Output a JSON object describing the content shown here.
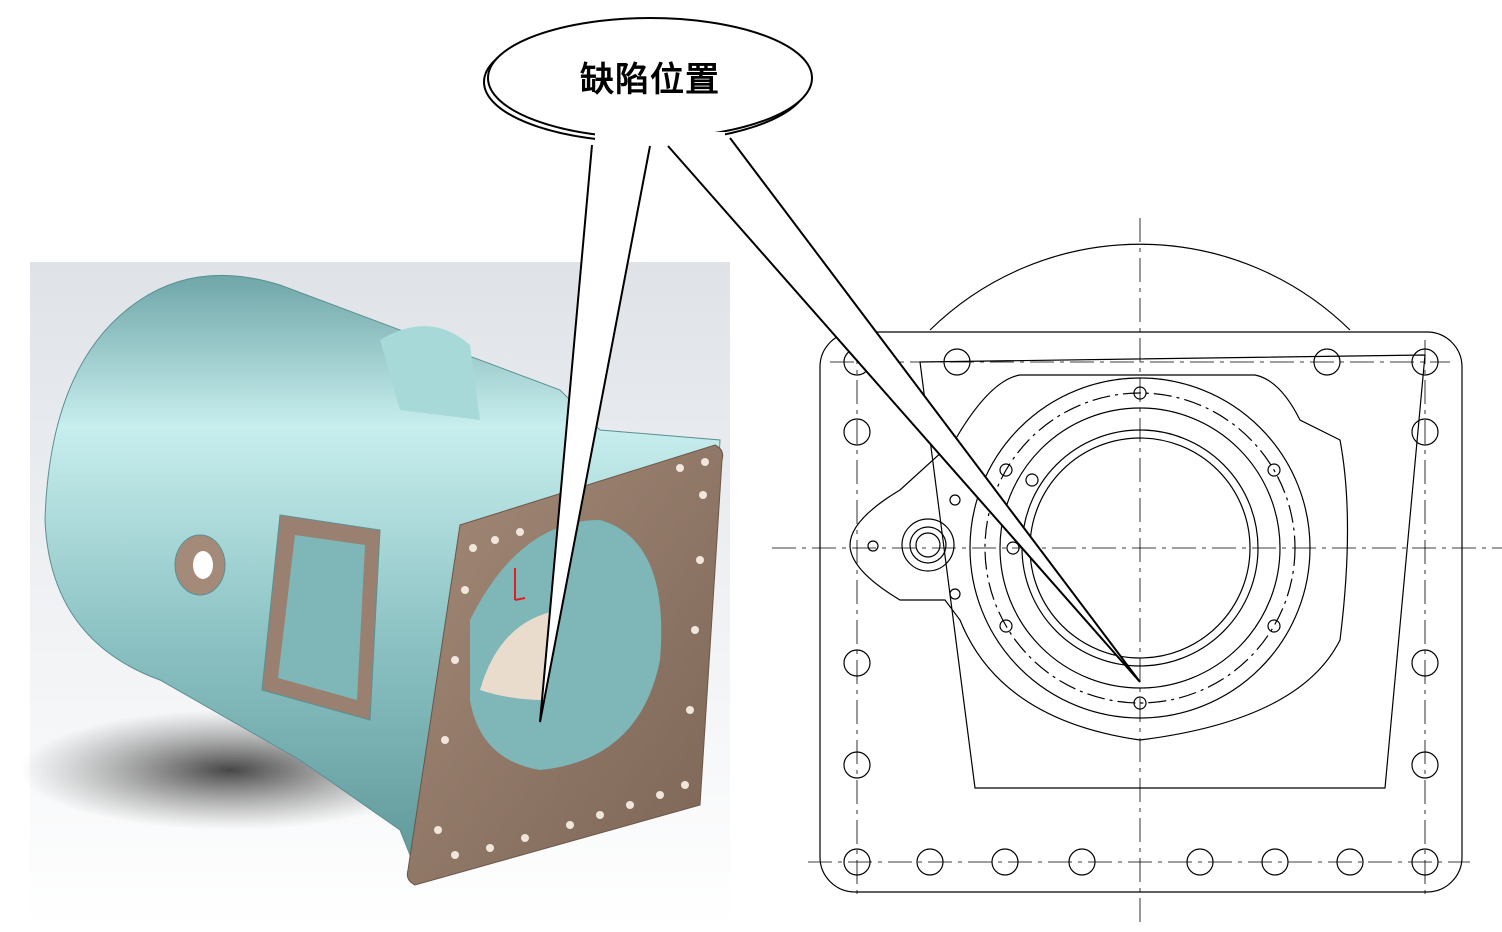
{
  "callout": {
    "label": "缺陷位置",
    "targets": [
      "3d-model-defect",
      "drawing-defect"
    ]
  },
  "colors": {
    "housing": "#8fc3c3",
    "flange": "#8a7262",
    "drawing_line": "#000000",
    "background_panel": "#eef0f2"
  }
}
